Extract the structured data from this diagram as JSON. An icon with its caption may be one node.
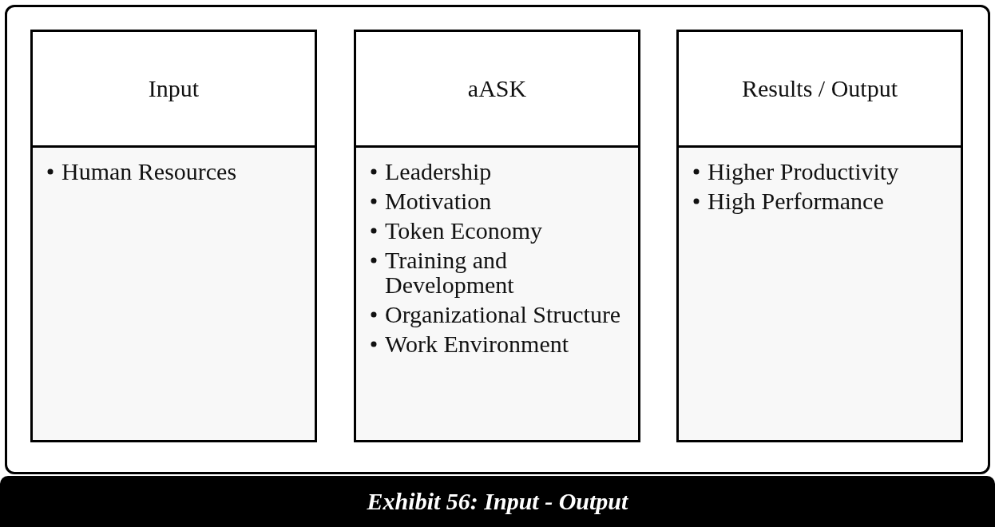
{
  "diagram": {
    "caption": "Exhibit 56: Input - Output",
    "nodes": [
      {
        "text": [
          "Input"
        ]
      },
      {
        "text": [
          "Human Resources"
        ]
      },
      {
        "text": [
          "aASK"
        ]
      },
      {
        "text": [
          "Leadership",
          "Motivation",
          "Token Economy",
          "Training and Development",
          "Organizational Structure",
          "Work Environment"
        ]
      },
      {
        "text": [
          "Results / Output"
        ]
      },
      {
        "text": [
          "Higher Productivity",
          "High Performance"
        ]
      }
    ]
  }
}
